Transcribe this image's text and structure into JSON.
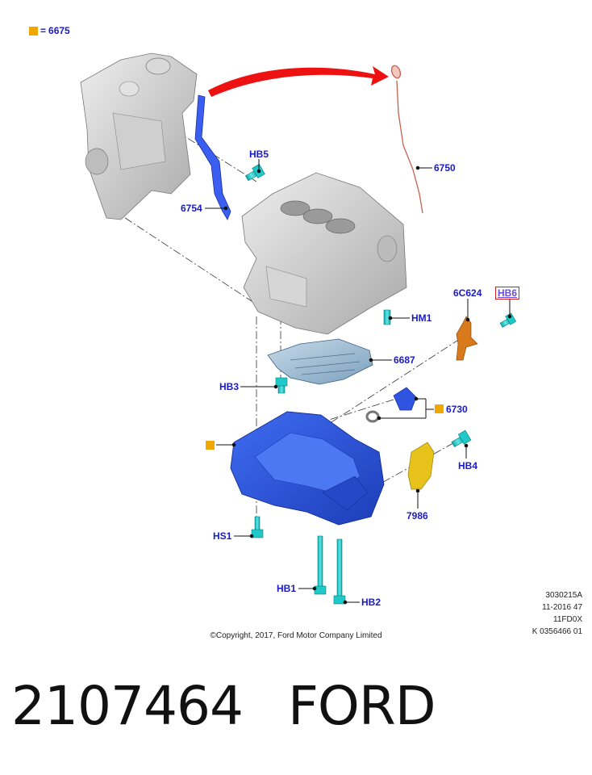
{
  "legend": {
    "marker_color": "#f0a800",
    "equals": "=",
    "code": "6675"
  },
  "callouts": {
    "hb5": "HB5",
    "p6754": "6754",
    "p6750": "6750",
    "p6c624": "6C624",
    "hb6": "HB6",
    "hm1": "HM1",
    "p6687": "6687",
    "hb3": "HB3",
    "p6730": "6730",
    "hb4": "HB4",
    "p7986": "7986",
    "hs1": "HS1",
    "hb1": "HB1",
    "hb2": "HB2"
  },
  "meta": {
    "line1": "3030215A",
    "line2": "11-2016 47",
    "line3": "11FD0X",
    "line4": "K 0356466 01"
  },
  "copyright": "©Copyright, 2017, Ford Motor Company Limited",
  "footer": {
    "part_number": "2107464",
    "brand": "FORD"
  },
  "colors": {
    "label_blue": "#1a1ac8",
    "accent_orange": "#f0a800",
    "oil_pan_blue": "#2f55e0",
    "bolt_cyan": "#1fc9c9",
    "arrow_red": "#ee1111",
    "casting_grey": "#c9c9c9"
  }
}
